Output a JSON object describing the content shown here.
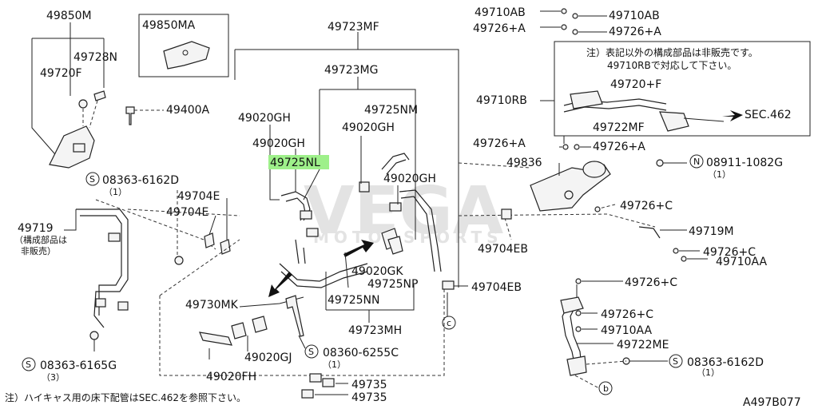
{
  "watermark": {
    "brand": "VEGA",
    "sub": "MOTORSPORTS"
  },
  "labels": {
    "l_49850M": "49850M",
    "l_49850MA": "49850MA",
    "l_49723MF": "49723MF",
    "l_49710AB_1": "49710AB",
    "l_49710AB_2": "49710AB",
    "l_49726A_1": "49726+A",
    "l_49726A_2": "49726+A",
    "l_49728N": "49728N",
    "l_49720F": "49720F",
    "l_49723MG": "49723MG",
    "l_49400A": "49400A",
    "l_49710RB": "49710RB",
    "l_49720pF": "49720+F",
    "l_49725NM": "49725NM",
    "l_49020GH_1": "49020GH",
    "l_49020GH_2": "49020GH",
    "l_49020GH_3": "49020GH",
    "l_49020GH_4": "49020GH",
    "l_49722MF": "49722MF",
    "l_SEC462": "SEC.462",
    "l_49726A_3": "49726+A",
    "l_49726A_4": "49726+A",
    "l_49725NL": "49725NL",
    "l_49836": "49836",
    "l_08911": "08911-1082G",
    "l_08911_q": "（1）",
    "l_08363_6162D_1": "08363-6162D",
    "l_08363_6162D_1q": "（1）",
    "l_49704E_1": "49704E",
    "l_49704E_2": "49704E",
    "l_49726C_1": "49726+C",
    "l_49719": "49719",
    "l_49719_n1": "（構成部品は",
    "l_49719_n2": "非販売）",
    "l_49719M": "49719M",
    "l_49704EB_1": "49704EB",
    "l_49726C_2": "49726+C",
    "l_49710AA_1": "49710AA",
    "l_49020GK": "49020GK",
    "l_49725NP": "49725NP",
    "l_49704EB_2": "49704EB",
    "l_49726C_3": "49726+C",
    "l_49730MK": "49730MK",
    "l_49725NN": "49725NN",
    "l_49726C_4": "49726+C",
    "l_49723MH": "49723MH",
    "l_49710AA_2": "49710AA",
    "l_49722ME": "49722ME",
    "l_08363_6165G": "08363-6165G",
    "l_08363_6165G_q": "（3）",
    "l_49020GJ": "49020GJ",
    "l_08360_6255C": "08360-6255C",
    "l_08360_q": "（1）",
    "l_08363_6162D_2": "08363-6162D",
    "l_08363_6162D_2q": "（1）",
    "l_49020FH": "49020FH",
    "l_49735_1": "49735",
    "l_49735_2": "49735",
    "l_A497B077": "A497B077",
    "l_S1": "S",
    "l_S2": "S",
    "l_S3": "S",
    "l_S4": "S",
    "l_N1": "N",
    "l_c": "c",
    "l_b": "b"
  },
  "notes": {
    "top_1": "注）表記以外の構成部品は非販売です。",
    "top_2": "49710RBで対応して下さい。",
    "bottom": "注）ハイキャス用の床下配管はSEC.462を参照下さい。"
  },
  "colors": {
    "highlight": "#9ef08a",
    "ink": "#111111",
    "watermark": "#e3e3e3"
  }
}
